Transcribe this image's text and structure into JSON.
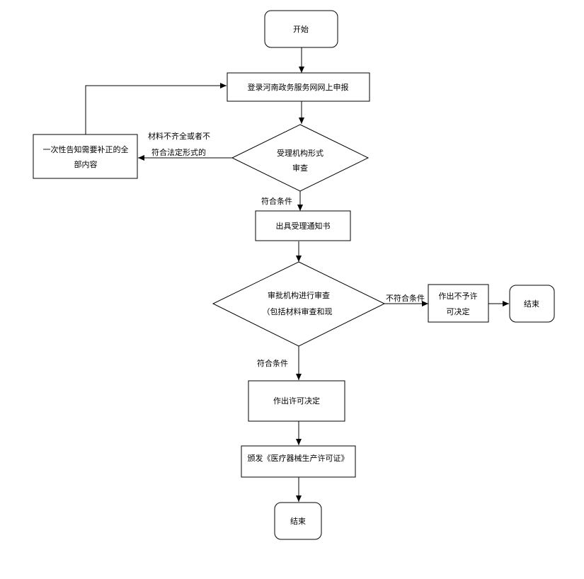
{
  "nodes": {
    "start": "开始",
    "login": "登录河南政务服务网网上申报",
    "form_review_line1": "受理机构形式",
    "form_review_line2": "审查",
    "notify_supplement_line1": "一次性告知需要补正的全",
    "notify_supplement_line2": "部内容",
    "issue_notice": "出具受理通知书",
    "approval_review_line1": "审批机构进行审查",
    "approval_review_line2": "（包括材料审查和现",
    "deny_line1": "作出不予许",
    "deny_line2": "可决定",
    "end_right": "结束",
    "grant": "作出许可决定",
    "issue_license": "颁发《医疗器械生产许可证》",
    "end_bottom": "结束"
  },
  "edges": {
    "incomplete_line1": "材料不齐全或者不",
    "incomplete_line2": "符合法定形式的",
    "qualified_1": "符合条件",
    "not_qualified": "不符合条件",
    "qualified_2": "符合条件"
  }
}
